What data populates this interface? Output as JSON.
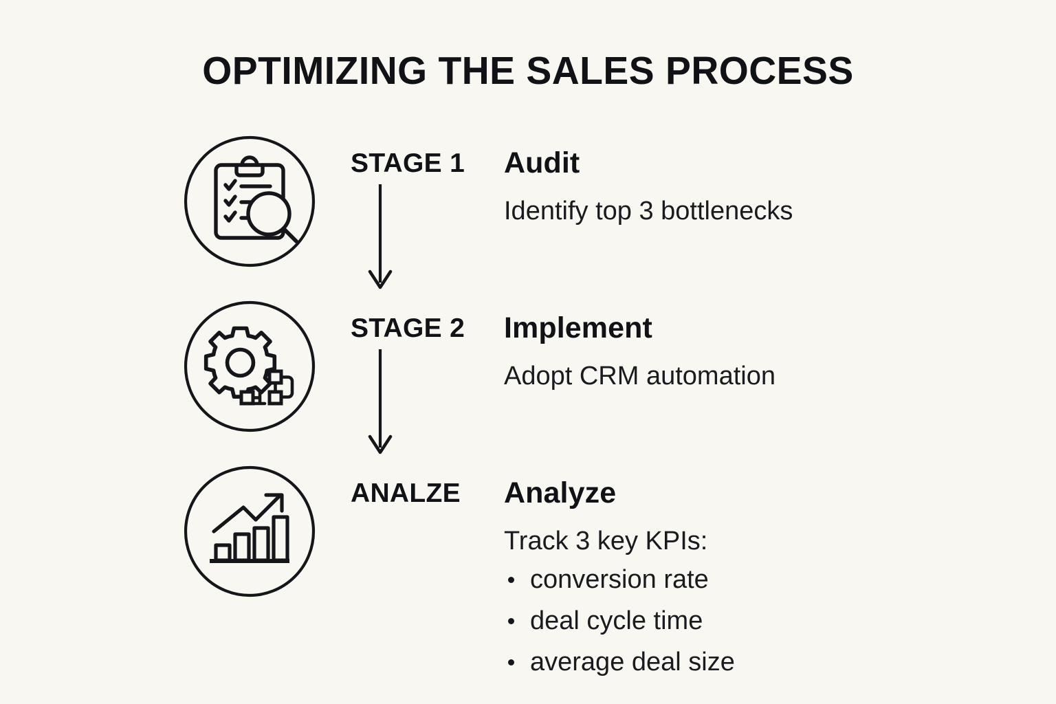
{
  "page": {
    "title": "OPTIMIZING THE SALES PROCESS",
    "background_color": "#f8f7f2",
    "ink_color": "#15161a"
  },
  "stages": [
    {
      "icon": "clipboard-checklist-magnifier-icon",
      "label": "STAGE 1",
      "title": "Audit",
      "description": "Identify top 3 bottlenecks"
    },
    {
      "icon": "gear-flowchart-icon",
      "label": "STAGE 2",
      "title": "Implement",
      "description": "Adopt CRM automation"
    },
    {
      "icon": "growth-bar-chart-arrow-icon",
      "label": "ANALZE",
      "title": "Analyze",
      "description": "Track 3 key KPIs:",
      "bullets": [
        "conversion rate",
        "deal cycle time",
        "average deal size"
      ]
    }
  ],
  "connectors": [
    {
      "name": "arrow-stage1-to-stage2",
      "direction": "down"
    },
    {
      "name": "arrow-stage2-to-stage3",
      "direction": "down"
    }
  ]
}
